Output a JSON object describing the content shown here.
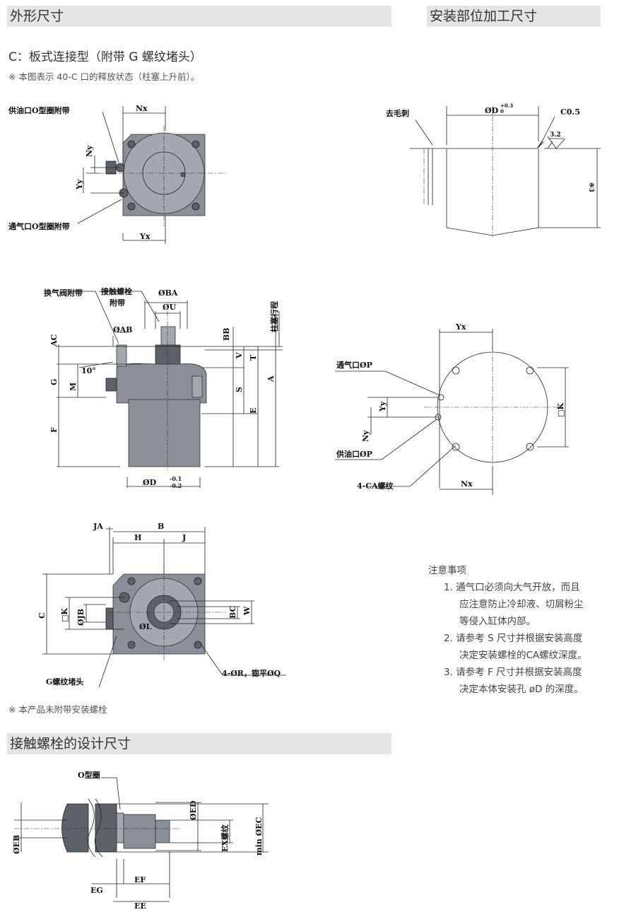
{
  "headers": {
    "outline": "外形尺寸",
    "mounting": "安装部位加工尺寸",
    "contact_bolt": "接触螺栓的设计尺寸"
  },
  "subtitle": "C：板式连接型（附带 G 螺纹堵头）",
  "note_top": "※ 本图表示 40-C 口的释放状态（柱塞上升前）。",
  "note_bottom": "※ 本产品未附带安装螺栓",
  "top_view": {
    "supply": "供油口O型圈附带",
    "vent": "通气口O型圈附带",
    "nx": "Nx",
    "ny": "Ny",
    "yy": "Yy",
    "yx": "Yx"
  },
  "side_view": {
    "valve": "换气阀附带",
    "bolt1": "接触螺栓",
    "bolt2": "附带",
    "ba": "ØBA",
    "u": "ØU",
    "ab": "ØAB",
    "ac": "AC",
    "angle": "10°",
    "g": "G",
    "m": "M",
    "f": "F",
    "bb": "BB",
    "v": "V",
    "t": "T",
    "s": "S",
    "a": "A",
    "e": "E",
    "stroke": "柱塞行程",
    "d": "ØD",
    "tol_u": "-0.1",
    "tol_l": "-0.2"
  },
  "bottom_view": {
    "ja": "JA",
    "b": "B",
    "h": "H",
    "j": "J",
    "c": "C",
    "k": "□K",
    "jb": "ØJB",
    "bc": "BC",
    "w": "W",
    "l": "ØL",
    "r": "4-ØR，锪平ØQ",
    "plug": "G螺纹堵头"
  },
  "hole": {
    "deburr": "去毛刺",
    "d": "ØD",
    "tol_u": "+0.3",
    "tol_l": "0",
    "c05": "C0.5",
    "rough": "3.2",
    "n3": "※3"
  },
  "plan": {
    "yx": "Yx",
    "vent": "通气口ØP",
    "yy": "Yy",
    "ny": "Ny",
    "k": "□K",
    "supply": "供油口ØP",
    "ca": "4-CA螺纹",
    "nx": "Nx"
  },
  "notes": {
    "title": "注意事项",
    "items": [
      [
        "1. 通气口必须向大气开放，而且",
        "应注意防止冷却液、切屑粉尘",
        "等侵入缸体内部。"
      ],
      [
        "2. 请参考 S 尺寸并根据安装高度",
        "决定安装螺栓的CA螺纹深度。"
      ],
      [
        "3. 请参考 F 尺寸并根据安装高度",
        "决定本体安装孔 øD 的深度。"
      ]
    ]
  },
  "bolt": {
    "oring": "O型圈",
    "eb": "ØEB",
    "ed": "ØED",
    "ex": "EX螺纹",
    "ec": "min ØEC",
    "ef": "EF",
    "eg": "EG",
    "ee": "EE"
  }
}
